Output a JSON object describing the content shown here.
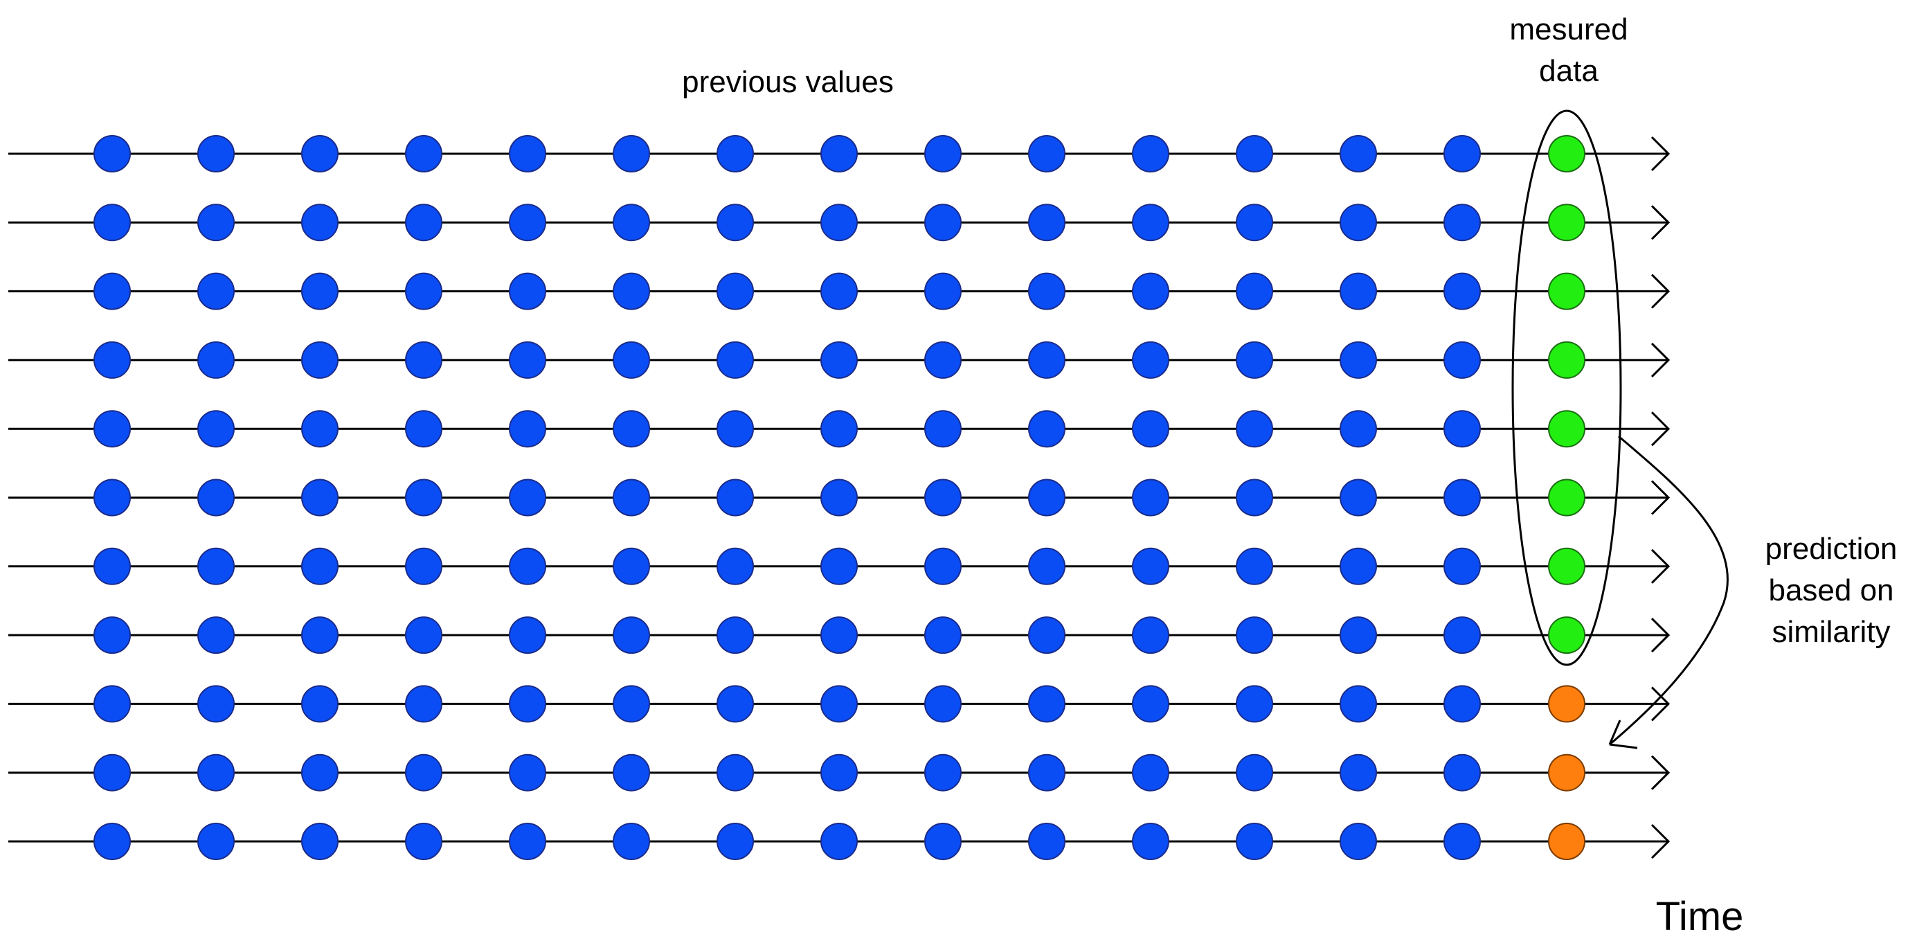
{
  "labels": {
    "previous_values": "previous values",
    "measured_line1": "mesured",
    "measured_line2": "data",
    "prediction_line1": "prediction",
    "prediction_line2": "based on",
    "prediction_line3": "similarity",
    "time_axis": "Time"
  },
  "grid": {
    "rows": [
      "measured",
      "measured",
      "measured",
      "measured",
      "measured",
      "measured",
      "measured",
      "measured",
      "predicted",
      "predicted",
      "predicted"
    ],
    "previous_points_per_row": 14
  },
  "colors": {
    "previous": "#0a4df5",
    "measured": "#22ee11",
    "predicted": "#ff7f0e",
    "line": "#000000"
  }
}
